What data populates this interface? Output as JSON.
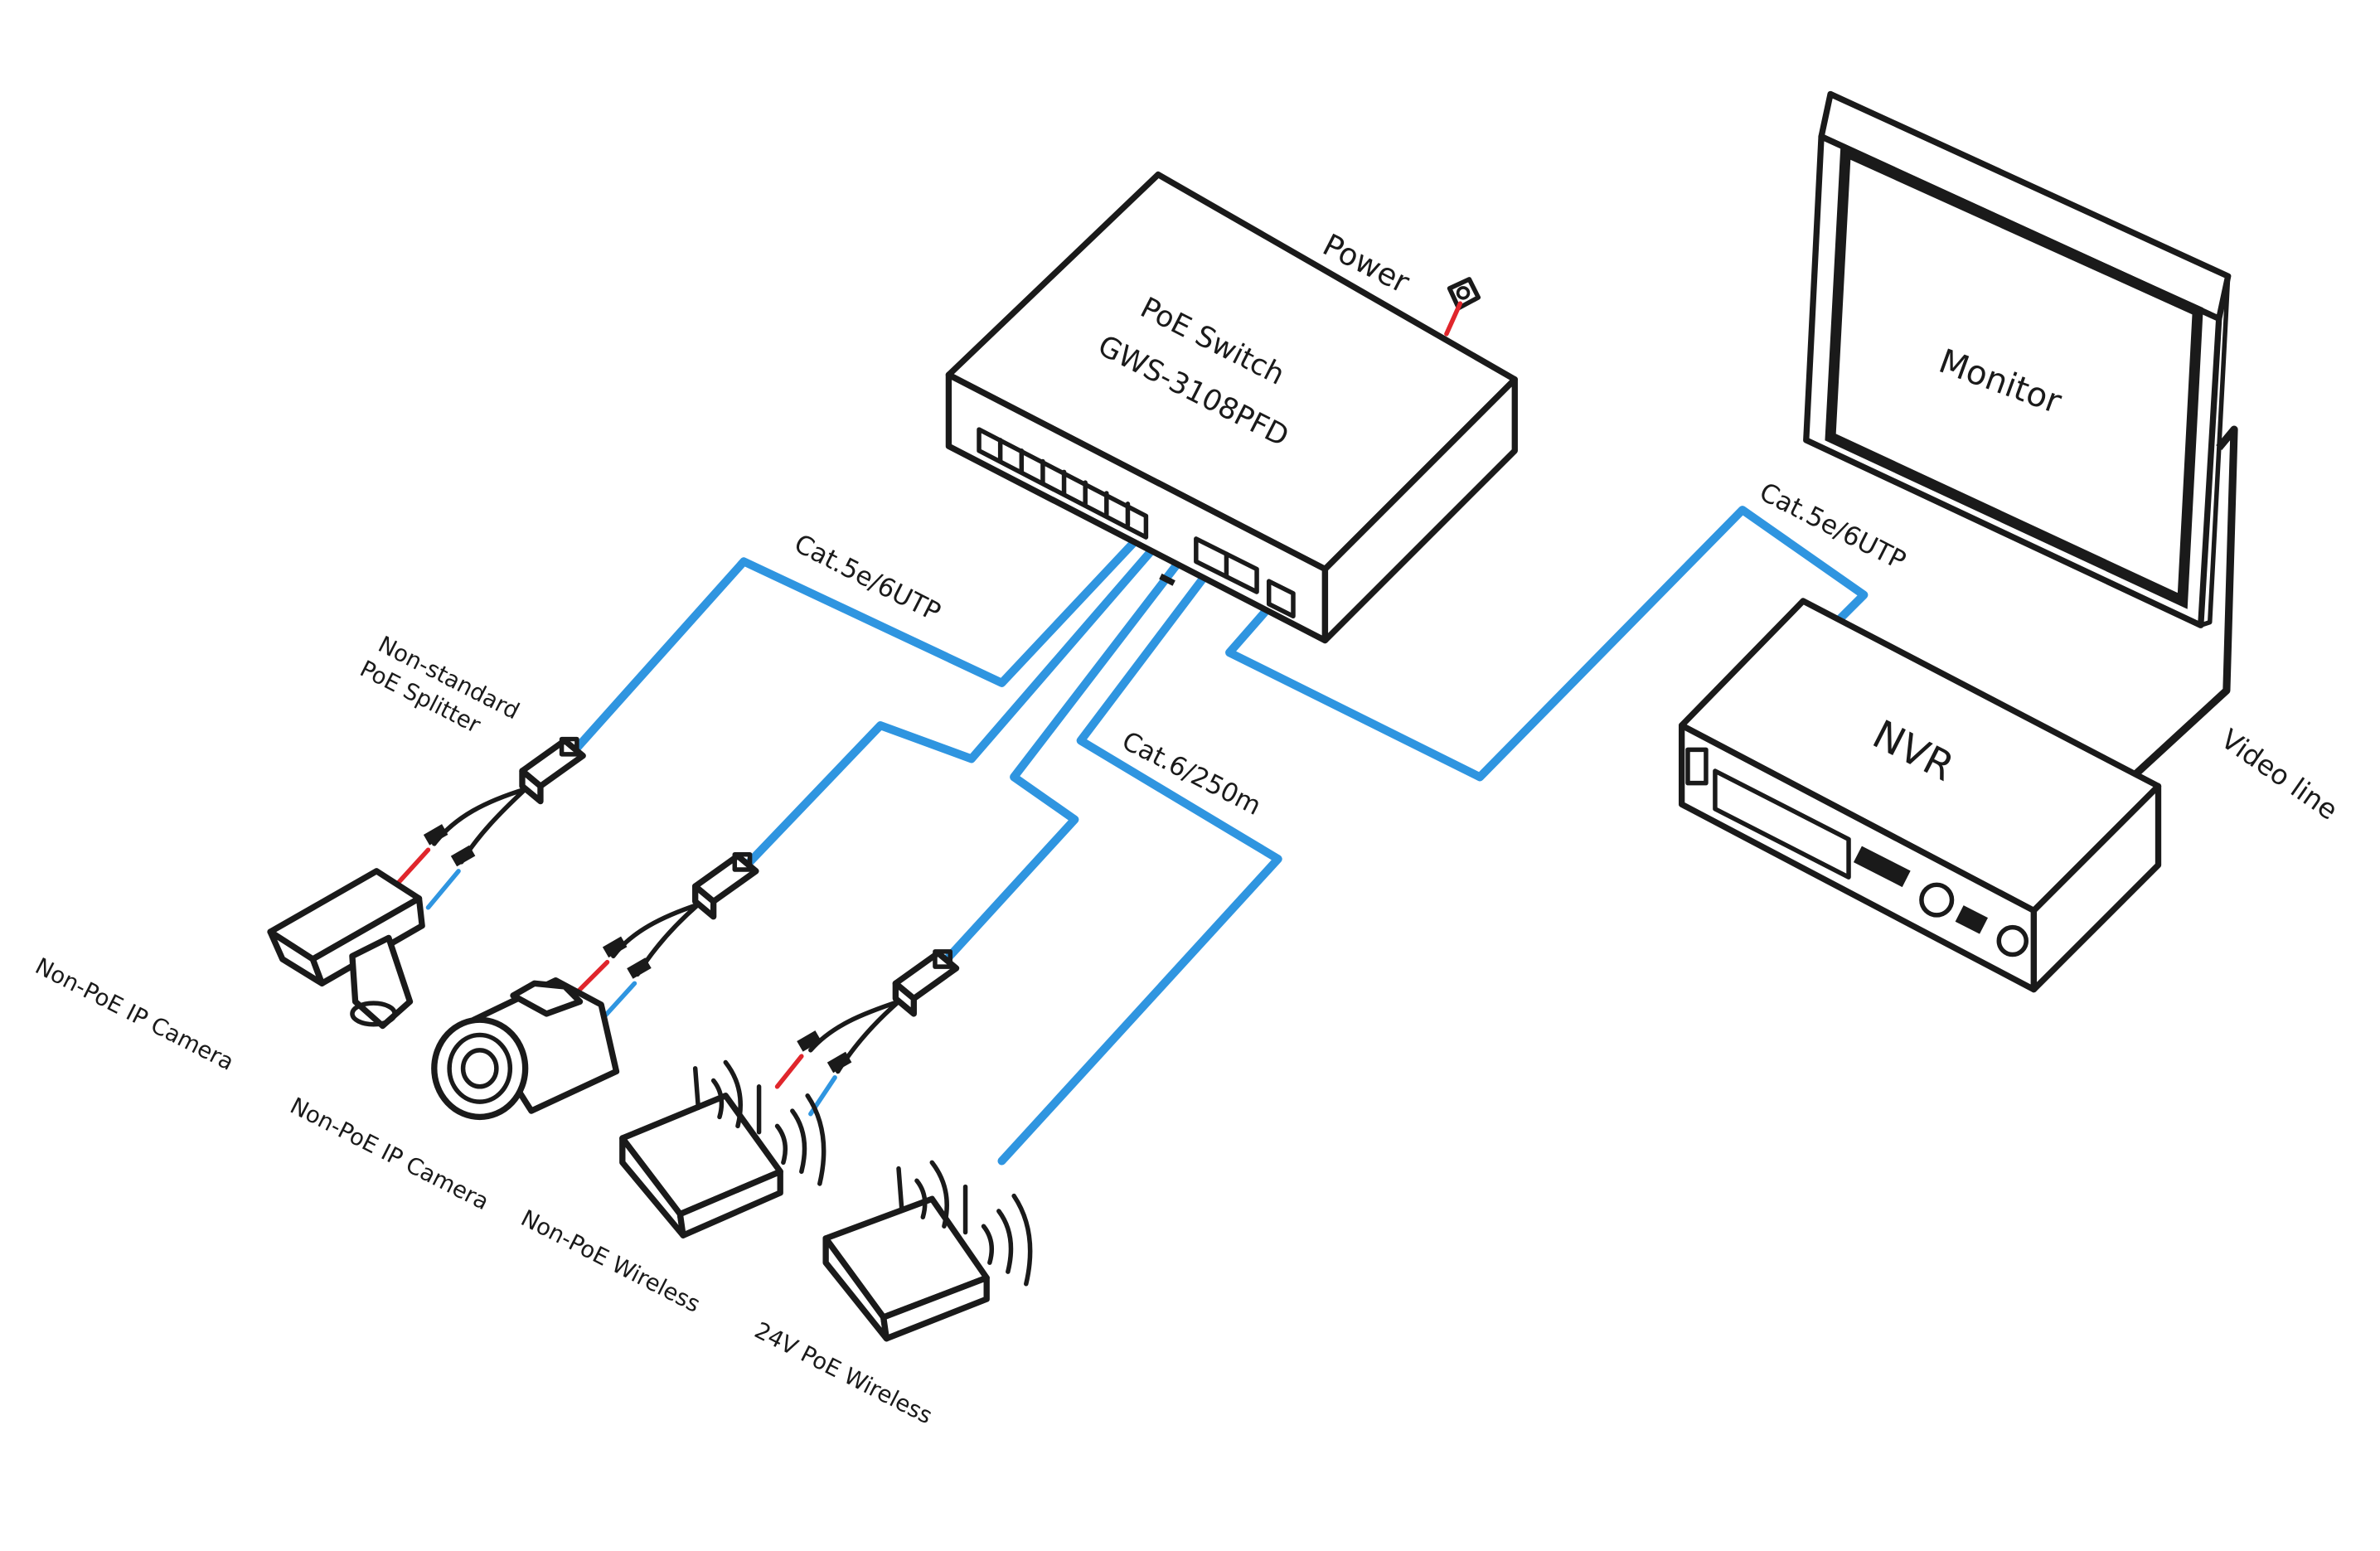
{
  "colors": {
    "cable": "#2f95e0",
    "power_red": "#e0262c",
    "outline": "#1a1a1a"
  },
  "switch": {
    "title": "PoE  Switch",
    "model": "GWS-3108PFD"
  },
  "power_label": "Power",
  "monitor_label": "Monitor",
  "nvr_label": "NVR",
  "video_line_label": "Video line",
  "cables": {
    "cable_1": "Cat.5e/6UTP",
    "cable_2": "Cat.6/250m",
    "cable_3": "Cat.5e/6UTP"
  },
  "splitter_label": {
    "line1": "Non-standard",
    "line2": "PoE Splitter"
  },
  "devices": {
    "device_1": "Non-PoE IP Camera",
    "device_2": "Non-PoE IP Camera",
    "device_3": "Non-PoE   Wireless",
    "device_4": "24V PoE Wireless"
  }
}
